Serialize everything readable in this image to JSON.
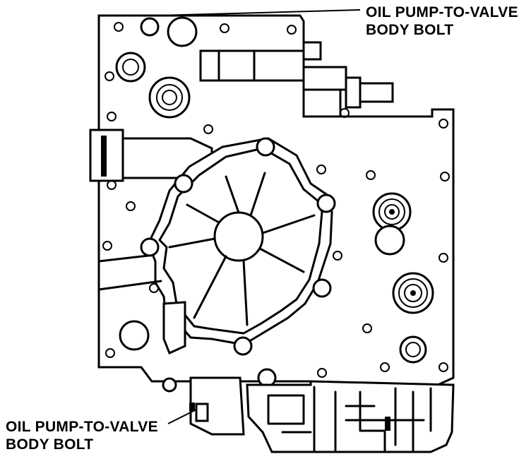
{
  "callouts": {
    "top": {
      "line1": "OIL PUMP-TO-VALVE",
      "line2": "BODY BOLT"
    },
    "bottom": {
      "line1": "OIL PUMP-TO-VALVE",
      "line2": "BODY BOLT"
    }
  },
  "colors": {
    "ink": "#000000",
    "paper": "#ffffff"
  }
}
